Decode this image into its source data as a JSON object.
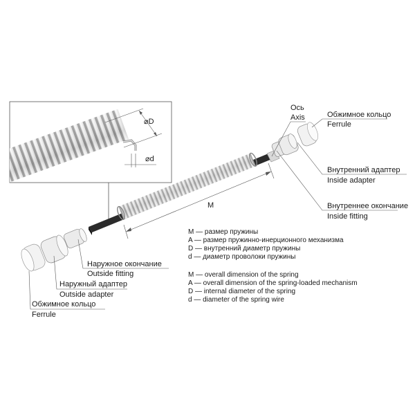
{
  "labels": {
    "axis_ru": "Ось",
    "axis_en": "Axis",
    "ferrule_right_ru": "Обжимное кольцо",
    "ferrule_right_en": "Ferrule",
    "inside_adapter_ru": "Внутренний адаптер",
    "inside_adapter_en": "Inside adapter",
    "inside_fitting_ru": "Внутреннее окончание",
    "inside_fitting_en": "Inside fitting",
    "outside_fitting_ru": "Наружное окончание",
    "outside_fitting_en": "Outside fitting",
    "outside_adapter_ru": "Наружный адаптер",
    "outside_adapter_en": "Outside adapter",
    "ferrule_left_ru": "Обжимное кольцо",
    "ferrule_left_en": "Ferrule"
  },
  "dimensions": {
    "diameter_D": "⌀D",
    "diameter_d": "⌀d",
    "length_M": "M"
  },
  "legend": {
    "ru": [
      "M — размер пружины",
      "A — размер пружинно-инерционного механизма",
      "D — внутренний диаметр пружины",
      "d — диаметр проволоки пружины"
    ],
    "en": [
      "M — overall dimension of the spring",
      "A — overall dimension of the spring-loaded mechanism",
      "D — internal diameter of the spring",
      "d — diameter of the spring wire"
    ]
  },
  "colors": {
    "steel_light": "#e6e6e6",
    "steel_dark": "#8a8a8a",
    "shaft": "#2b2b2b",
    "lines": "#555555"
  }
}
